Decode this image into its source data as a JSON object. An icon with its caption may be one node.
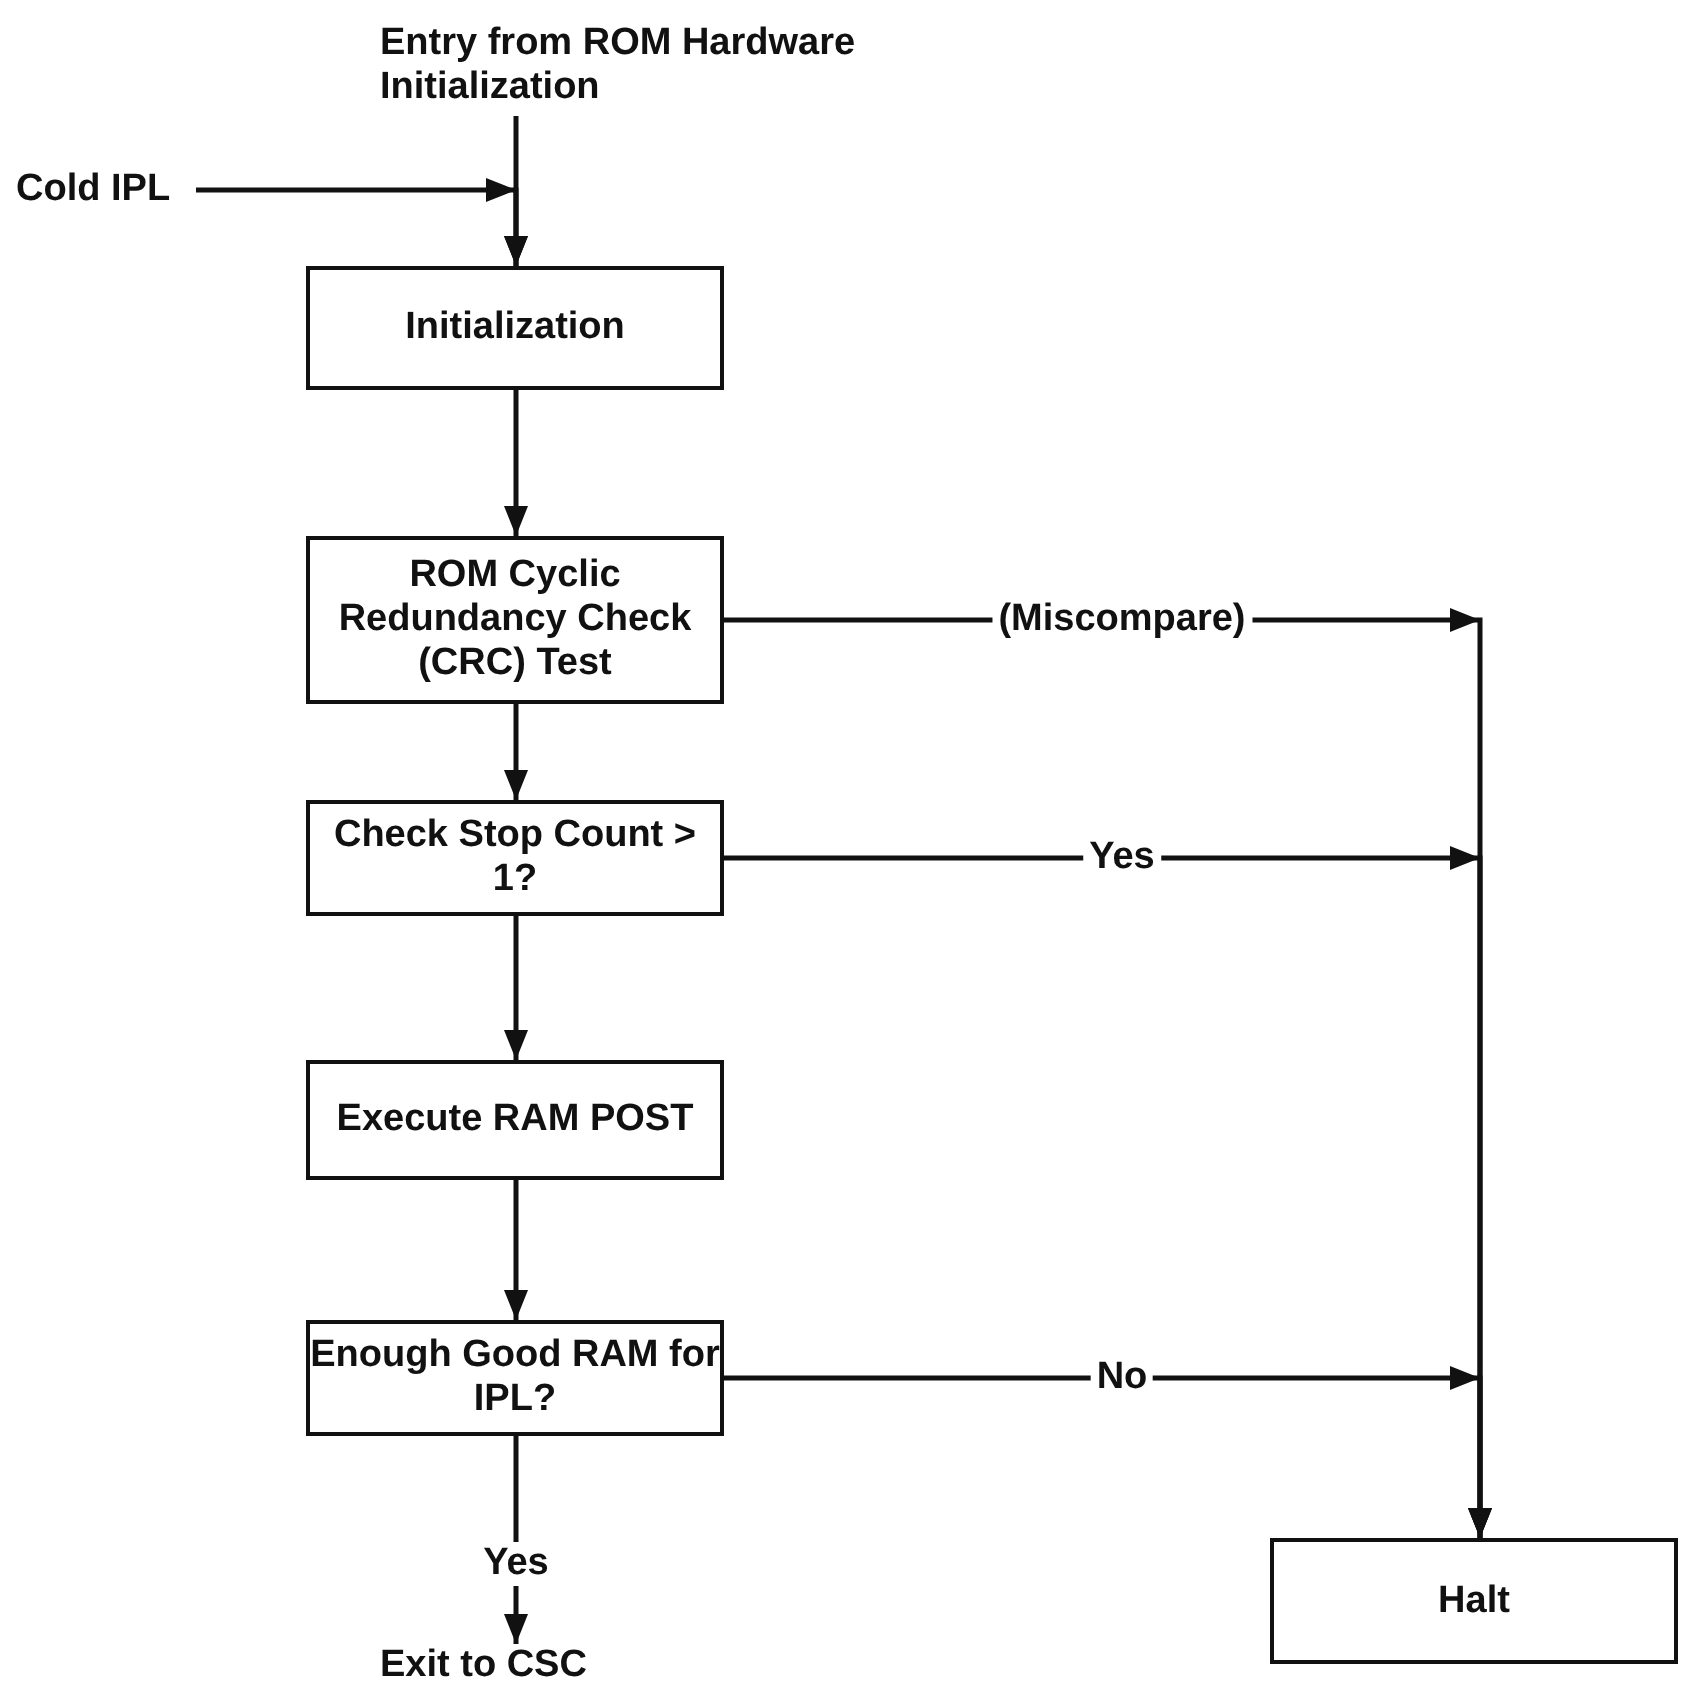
{
  "diagram": {
    "nodes": [
      {
        "text": [
          "Entry from ROM Hardware Initialization"
        ]
      },
      {
        "text": [
          "Cold IPL"
        ]
      },
      {
        "text": [
          "Initialization"
        ]
      },
      {
        "text": [
          "ROM Cyclic Redundancy Check (CRC) Test"
        ]
      },
      {
        "text": [
          "Check Stop Count > 1?"
        ]
      },
      {
        "text": [
          "Execute RAM POST"
        ]
      },
      {
        "text": [
          "Enough Good RAM for IPL?"
        ]
      },
      {
        "text": [
          "Exit to CSC"
        ]
      },
      {
        "text": [
          "Halt"
        ]
      }
    ],
    "edges": [
      {
        "from": 0,
        "to": 2,
        "arrow": "to"
      },
      {
        "from": 1,
        "to": 2,
        "arrow": "to"
      },
      {
        "from": 2,
        "to": 3,
        "arrow": "to"
      },
      {
        "from": 3,
        "to": 4,
        "arrow": "to"
      },
      {
        "from": 4,
        "to": 5,
        "arrow": "to"
      },
      {
        "from": 5,
        "to": 6,
        "arrow": "to"
      },
      {
        "from": 6,
        "to": 7,
        "arrow": "to",
        "label": "Yes"
      },
      {
        "from": 3,
        "to": 8,
        "arrow": "to",
        "label": "(Miscompare)"
      },
      {
        "from": 4,
        "to": 8,
        "arrow": "to",
        "label": "Yes"
      },
      {
        "from": 6,
        "to": 8,
        "arrow": "to",
        "label": "No"
      }
    ]
  }
}
